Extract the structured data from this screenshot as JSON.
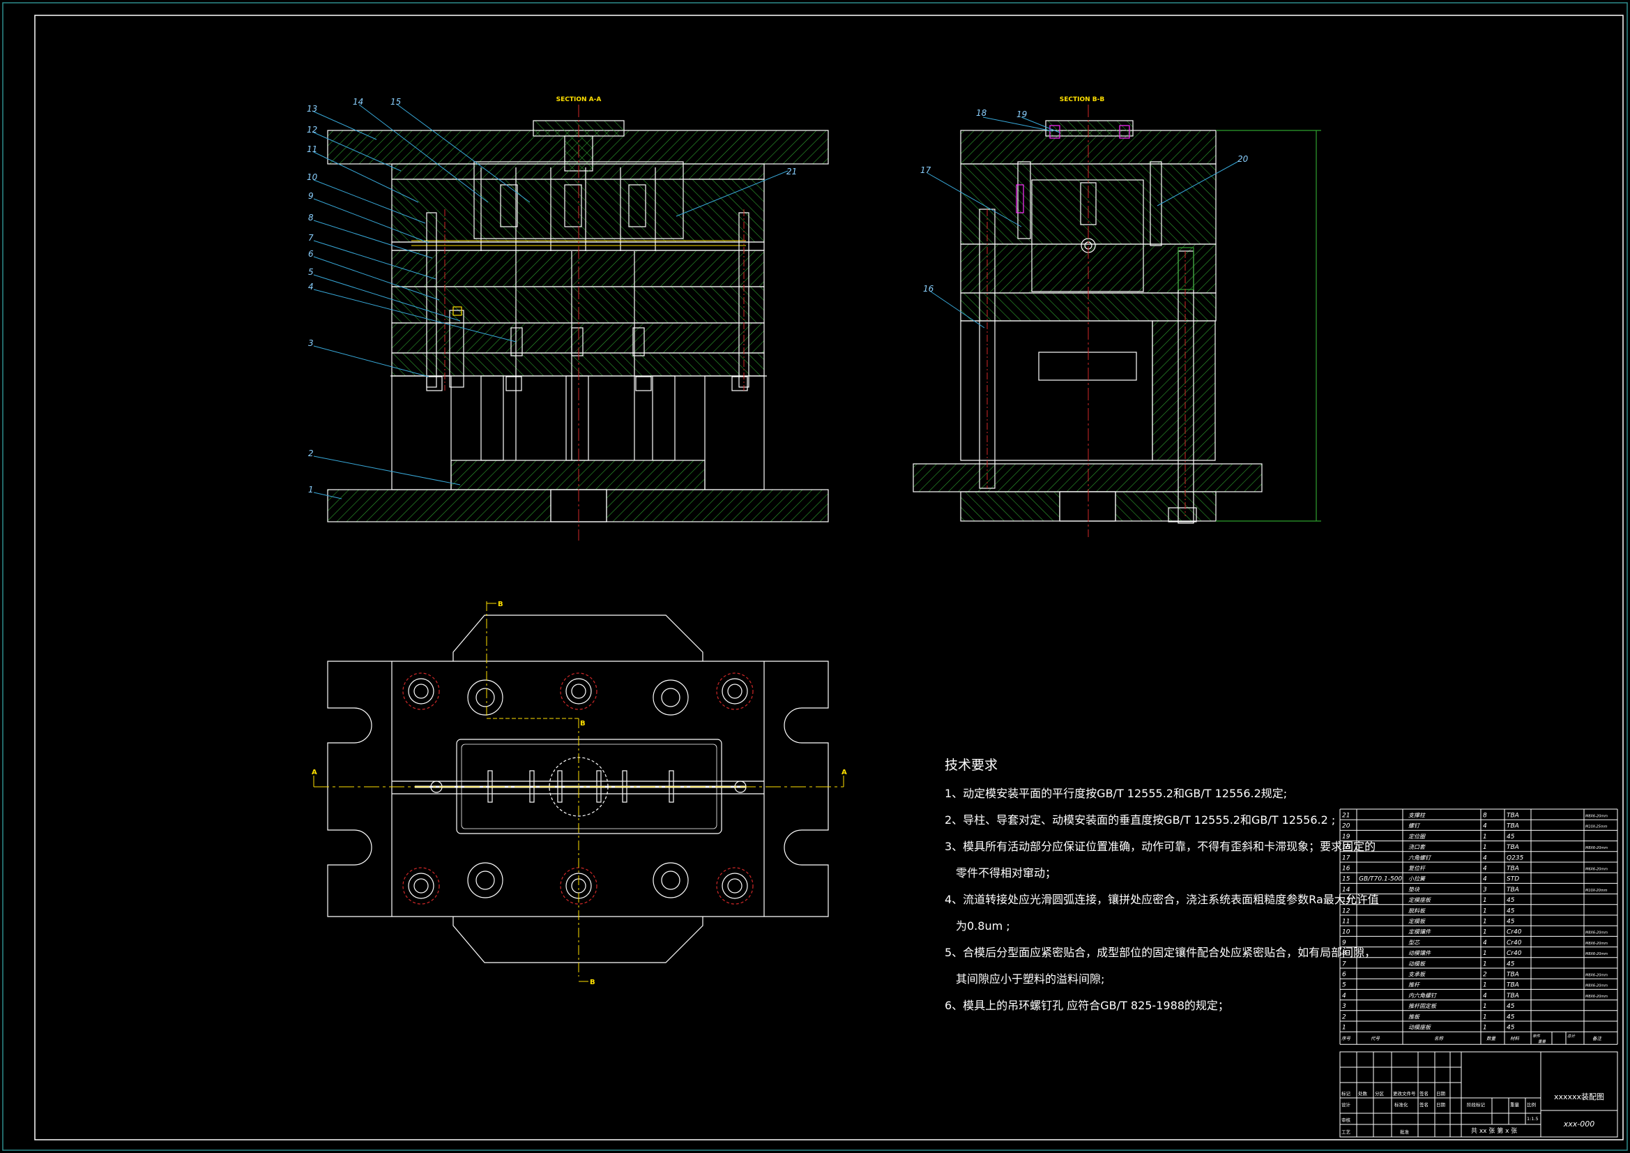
{
  "section_aa_title": "SECTION A-A",
  "section_bb_title": "SECTION B-B",
  "leaders_left": [
    "13",
    "12",
    "11",
    "10",
    "9",
    "8",
    "7",
    "6",
    "5",
    "4",
    "3",
    "2",
    "1"
  ],
  "leaders_top": [
    "14",
    "15",
    "21"
  ],
  "leaders_right": [
    "18",
    "19",
    "17",
    "16",
    "20"
  ],
  "view_marks": {
    "a": "A",
    "b": "B"
  },
  "notes": {
    "title": "技术要求",
    "items": [
      [
        "1、动定模安装平面的平行度按GB/T 12555.2和GB/T 12556.2规定;"
      ],
      [
        "2、导柱、导套对定、动模安装面的垂直度按GB/T 12555.2和GB/T 12556.2 ;"
      ],
      [
        "3、模具所有活动部分应保证位置准确，动作可靠，不得有歪斜和卡滞现象；要求固定的",
        "零件不得相对窜动；"
      ],
      [
        "4、流道转接处应光滑圆弧连接，镶拼处应密合，浇注系统表面粗糙度参数Ra最大允许值",
        "为0.8um ;"
      ],
      [
        "5、合模后分型面应紧密贴合，成型部位的固定镶件配合处应紧密贴合，如有局部间隙，",
        "其间隙应小于塑料的溢料间隙;"
      ],
      [
        "6、模具上的吊环螺钉孔 应符合GB/T 825-1988的规定；"
      ]
    ]
  },
  "bom": [
    {
      "no": "21",
      "code": "",
      "name": "支撑柱",
      "qty": "8",
      "mat": "TBA",
      "note": "M8X6-20mm"
    },
    {
      "no": "20",
      "code": "",
      "name": "螺钉",
      "qty": "4",
      "mat": "TBA",
      "note": "M10X-25mm"
    },
    {
      "no": "19",
      "code": "",
      "name": "定位圈",
      "qty": "1",
      "mat": "45",
      "note": ""
    },
    {
      "no": "18",
      "code": "",
      "name": "浇口套",
      "qty": "1",
      "mat": "TBA",
      "note": "M8X6-20mm"
    },
    {
      "no": "17",
      "code": "",
      "name": "六角螺钉",
      "qty": "4",
      "mat": "Q235",
      "note": ""
    },
    {
      "no": "16",
      "code": "",
      "name": "复位杆",
      "qty": "4",
      "mat": "TBA",
      "note": "M6X6-20mm"
    },
    {
      "no": "15",
      "code": "GB/T70.1-500",
      "name": "小拉簧",
      "qty": "4",
      "mat": "STD",
      "note": ""
    },
    {
      "no": "14",
      "code": "",
      "name": "垫块",
      "qty": "3",
      "mat": "TBA",
      "note": "M10X-20mm"
    },
    {
      "no": "13",
      "code": "",
      "name": "定模座板",
      "qty": "1",
      "mat": "45",
      "note": ""
    },
    {
      "no": "12",
      "code": "",
      "name": "脱料板",
      "qty": "1",
      "mat": "45",
      "note": ""
    },
    {
      "no": "11",
      "code": "",
      "name": "定模板",
      "qty": "1",
      "mat": "45",
      "note": ""
    },
    {
      "no": "10",
      "code": "",
      "name": "定模镶件",
      "qty": "1",
      "mat": "Cr40",
      "note": "M8X6-20mm"
    },
    {
      "no": "9",
      "code": "",
      "name": "型芯",
      "qty": "4",
      "mat": "Cr40",
      "note": "M8X6-20mm"
    },
    {
      "no": "8",
      "code": "",
      "name": "动模镶件",
      "qty": "1",
      "mat": "Cr40",
      "note": "M8X6-20mm"
    },
    {
      "no": "7",
      "code": "",
      "name": "动模板",
      "qty": "1",
      "mat": "45",
      "note": ""
    },
    {
      "no": "6",
      "code": "",
      "name": "支承板",
      "qty": "2",
      "mat": "TBA",
      "note": "M8X6-20mm"
    },
    {
      "no": "5",
      "code": "",
      "name": "推杆",
      "qty": "1",
      "mat": "TBA",
      "note": "M8X6-20mm"
    },
    {
      "no": "4",
      "code": "",
      "name": "内六角螺钉",
      "qty": "4",
      "mat": "TBA",
      "note": "M8X6-20mm"
    },
    {
      "no": "3",
      "code": "",
      "name": "推杆固定板",
      "qty": "1",
      "mat": "45",
      "note": ""
    },
    {
      "no": "2",
      "code": "",
      "name": "推板",
      "qty": "1",
      "mat": "45",
      "note": ""
    },
    {
      "no": "1",
      "code": "",
      "name": "动模座板",
      "qty": "1",
      "mat": "45",
      "note": ""
    }
  ],
  "bom_head": {
    "no": "序号",
    "code": "代号",
    "name": "名称",
    "qty": "数量",
    "mat": "材料",
    "w1": "单件",
    "w2": "总计",
    "note": "备注",
    "w3": "重量"
  },
  "title_block": {
    "drawing_title": "xxxxxx装配图",
    "drawing_no": "xxx-000",
    "scale": "1:1.5",
    "sheets": "共 xx 张  第 x 张",
    "labels": [
      "标记",
      "处数",
      "分区",
      "更改文件号",
      "签名",
      "日期",
      "设计",
      "标准化",
      "签名",
      "日期",
      "阶段标记",
      "重量",
      "比例",
      "审核",
      "工艺",
      "批准"
    ]
  },
  "colors": {
    "frame": "#ffffff",
    "hatch": "#2ea02e",
    "centerline": "#d02828",
    "leader": "#38a8d8",
    "label": "#8ad0ff",
    "yellow": "#ffe000",
    "magenta": "#ff30ff"
  }
}
